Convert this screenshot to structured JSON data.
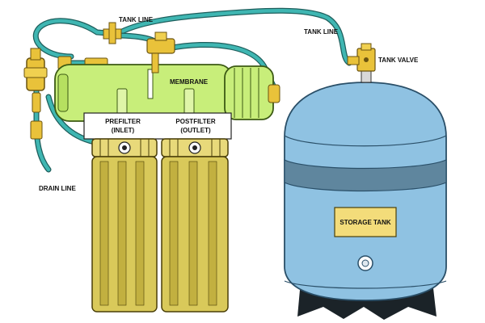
{
  "labels": {
    "tank_line_top": "TANK LINE",
    "tank_line_right": "TANK LINE",
    "tank_valve": "TANK VALVE",
    "membrane": "MEMBRANE",
    "prefilter": "PREFILTER",
    "prefilter_sub": "(INLET)",
    "postfilter": "POSTFILTER",
    "postfilter_sub": "(OUTLET)",
    "drain_line": "DRAIN LINE",
    "storage_tank": "STORAGE TANK"
  },
  "colors": {
    "tubing": "#3fb6b2",
    "membrane_housing": "#c8ee7a",
    "filter_housing": "#d9c95a",
    "filter_cap": "#e8d97a",
    "tank_body": "#8fc2e2",
    "tank_band": "#5f869e",
    "tank_label_bg": "#f3dc7a",
    "fittings": "#e9c23a",
    "base": "#1b2328"
  }
}
